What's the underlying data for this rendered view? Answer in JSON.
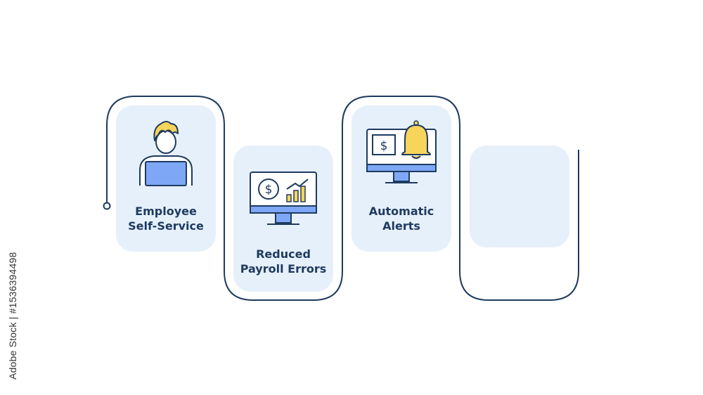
{
  "steps": [
    {
      "line1": "Employee",
      "line2": "Self-Service",
      "icon": "employee-laptop-icon"
    },
    {
      "line1": "Reduced",
      "line2": "Payroll Errors",
      "icon": "monitor-dollar-chart-icon"
    },
    {
      "line1": "Automatic",
      "line2": "Alerts",
      "icon": "monitor-bell-alert-icon"
    },
    {
      "line1": "",
      "line2": "",
      "icon": ""
    }
  ],
  "watermark": {
    "side_text": "Adobe Stock | #1536394498"
  },
  "colors": {
    "line": "#1e3a5f",
    "card_fill": "#e6f0fb",
    "icon_blue": "#7ea8f5",
    "icon_yellow": "#f7d55a",
    "text": "#1e3a5f"
  }
}
